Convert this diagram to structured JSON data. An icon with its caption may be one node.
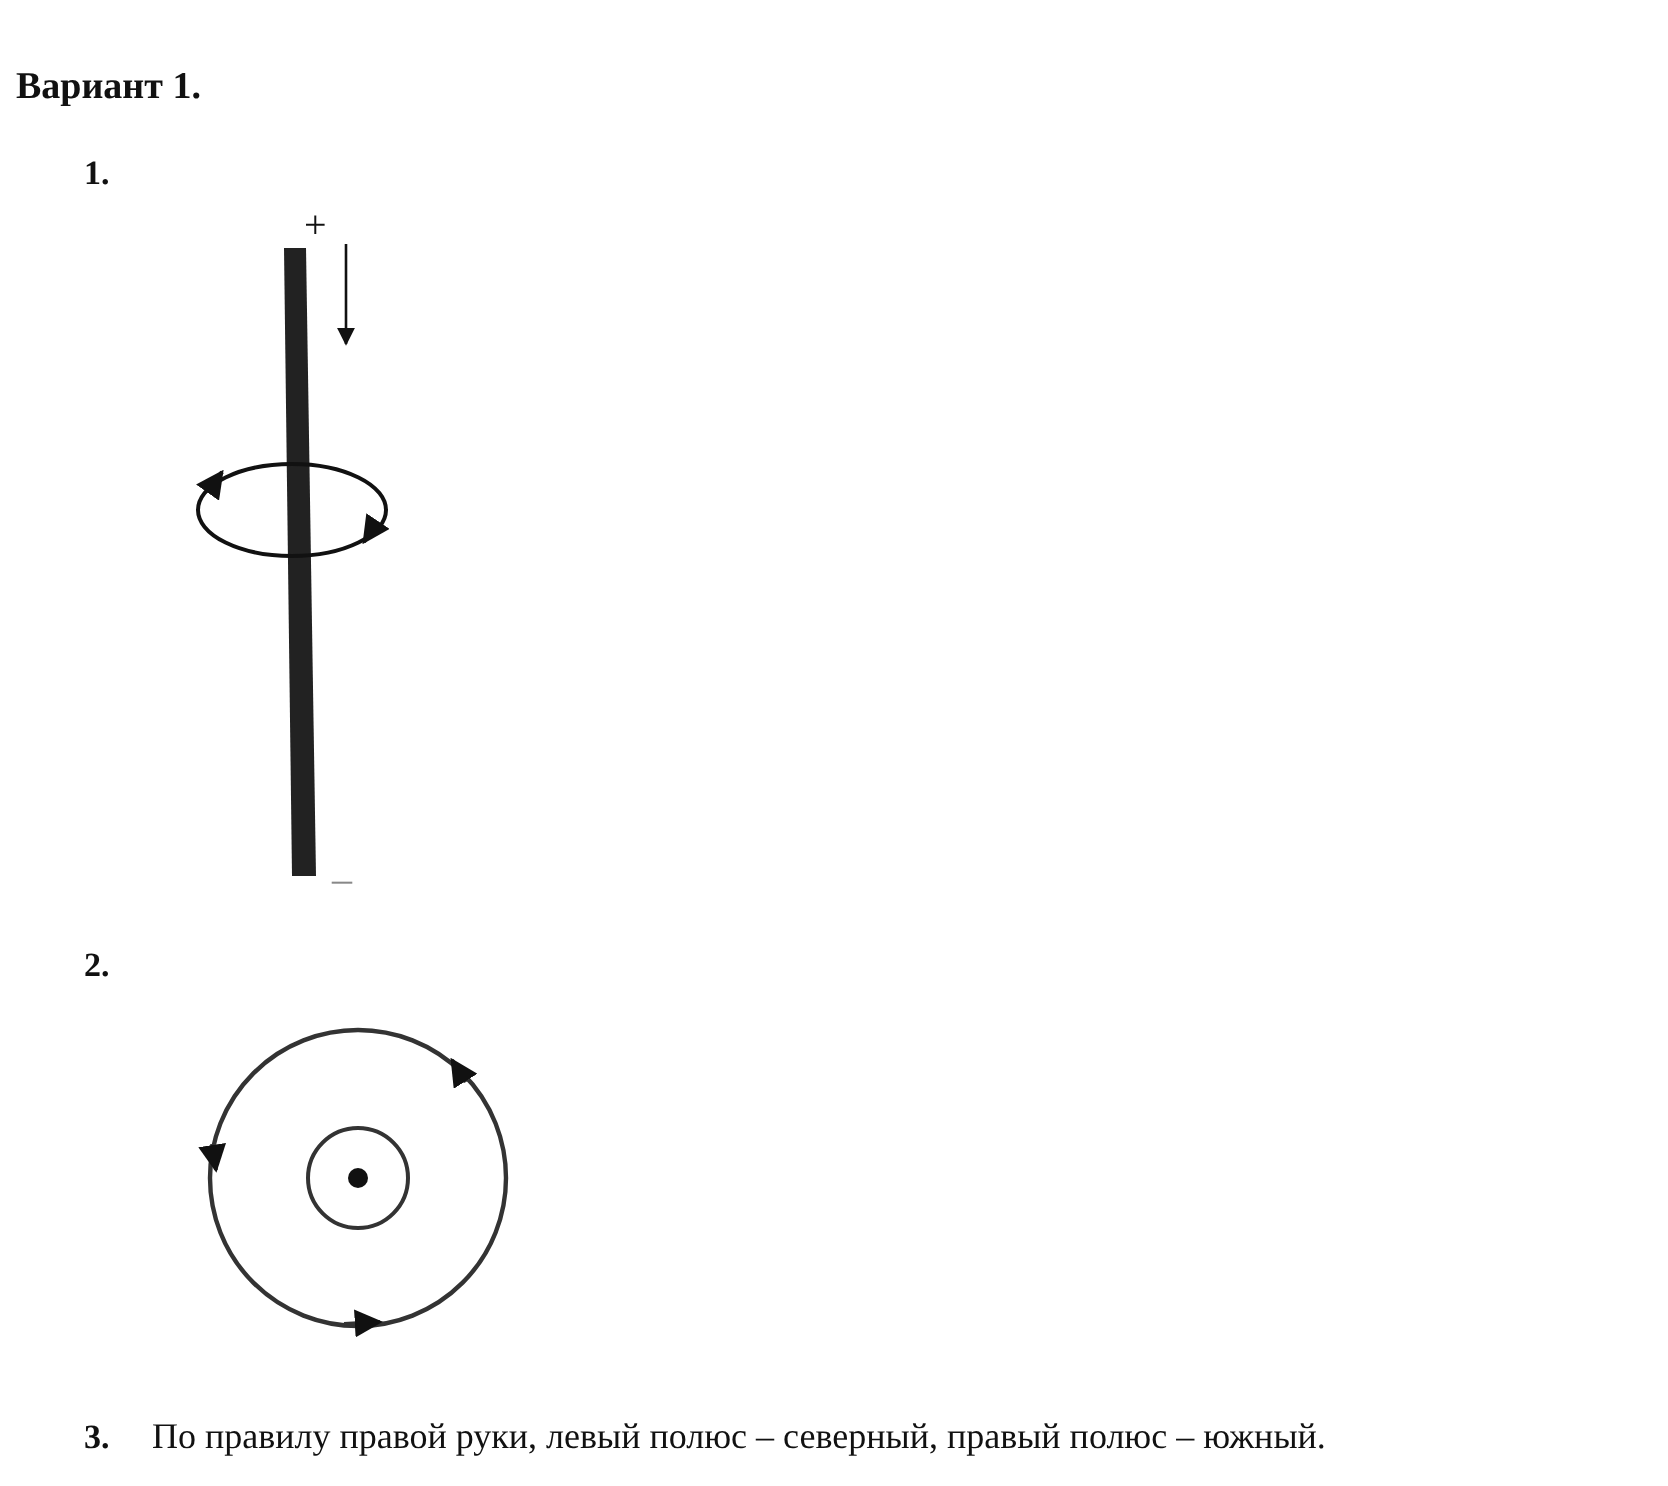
{
  "diagram": {
    "title": "Вариант 1.",
    "labels": [
      "1.",
      "+",
      "–",
      "2.",
      "3.",
      "По правилу правой руки, левый полюс – северный, правый полюс – южный."
    ]
  }
}
